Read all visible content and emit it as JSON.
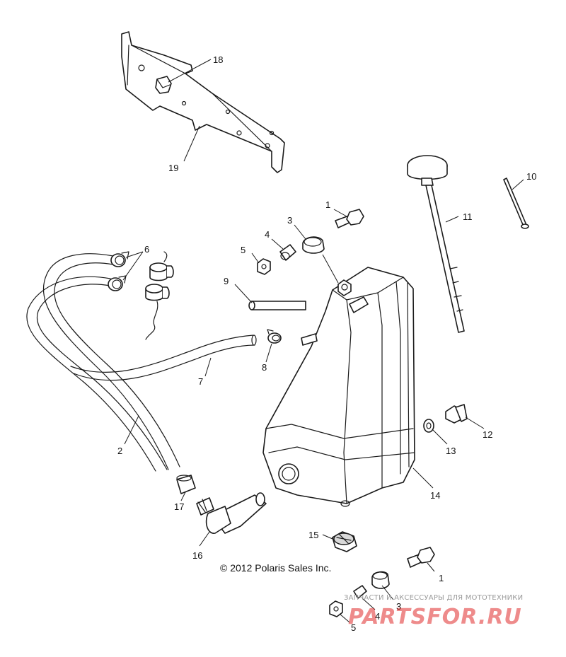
{
  "callouts": {
    "c1a": "1",
    "c1b": "1",
    "c2": "2",
    "c3a": "3",
    "c3b": "3",
    "c4a": "4",
    "c4b": "4",
    "c5a": "5",
    "c5b": "5",
    "c6": "6",
    "c7": "7",
    "c8": "8",
    "c9": "9",
    "c10": "10",
    "c11": "11",
    "c12": "12",
    "c13": "13",
    "c14": "14",
    "c15": "15",
    "c16": "16",
    "c17": "17",
    "c18": "18",
    "c19": "19"
  },
  "copyright": "© 2012 Polaris Sales Inc.",
  "watermark": {
    "tagline": "ЗАПЧАСТИ И АКСЕССУАРЫ ДЛЯ МОТОТЕХНИКИ",
    "logo": "PARTSFOR.RU"
  },
  "colors": {
    "line": "#1a1a1a",
    "watermark": "#e02b2b"
  }
}
